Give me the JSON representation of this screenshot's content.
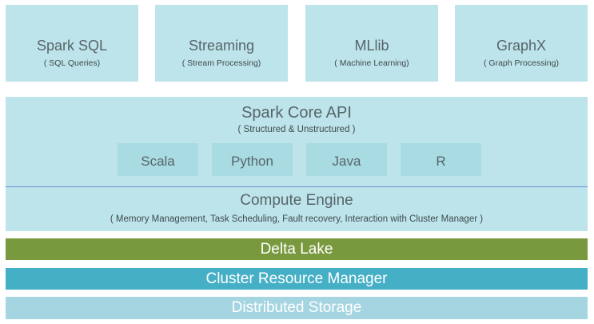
{
  "libraries": [
    {
      "name": "Spark SQL",
      "desc": "( SQL Queries)"
    },
    {
      "name": "Streaming",
      "desc": "( Stream Processing)"
    },
    {
      "name": "MLlib",
      "desc": "( Machine Learning)"
    },
    {
      "name": "GraphX",
      "desc": "( Graph Processing)"
    }
  ],
  "core": {
    "title": "Spark Core API",
    "subtitle": "( Structured & Unstructured )",
    "languages": [
      "Scala",
      "Python",
      "Java",
      "R"
    ]
  },
  "engine": {
    "title": "Compute Engine",
    "subtitle": "( Memory Management, Task Scheduling, Fault recovery, Interaction with Cluster Manager )"
  },
  "layers": {
    "delta": "Delta Lake",
    "cluster": "Cluster Resource Manager",
    "storage": "Distributed Storage"
  },
  "colors": {
    "light_box": "#bde4ea",
    "language_box": "#a9dbe2",
    "delta_lake": "#79993e",
    "cluster_manager": "#45afc6",
    "distributed_storage": "#a4d5e1",
    "divider": "#6b8fd6"
  }
}
